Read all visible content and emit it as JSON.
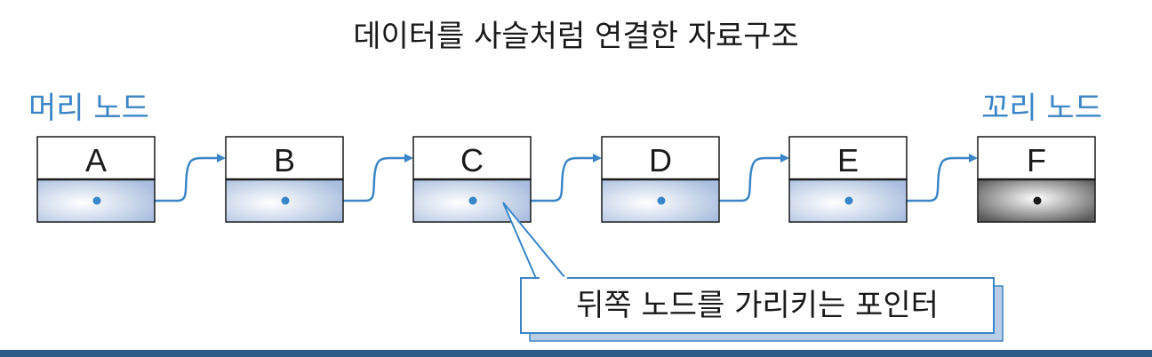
{
  "title": "데이터를 사슬처럼 연결한 자료구조",
  "head_label": "머리 노드",
  "tail_label": "꼬리 노드",
  "nodes": [
    {
      "label": "A"
    },
    {
      "label": "B"
    },
    {
      "label": "C"
    },
    {
      "label": "D"
    },
    {
      "label": "E"
    },
    {
      "label": "F"
    }
  ],
  "callout": "뒤쪽 노드를 가리키는 포인터",
  "colors": {
    "accent": "#3b86c6",
    "pointer_fill_light": "#ffffff",
    "pointer_fill_dark": "#a9bede",
    "tail_fill_light": "#ffffff",
    "tail_fill_dark": "#5a5a5a",
    "bottom_bar": "#2b5b86"
  }
}
